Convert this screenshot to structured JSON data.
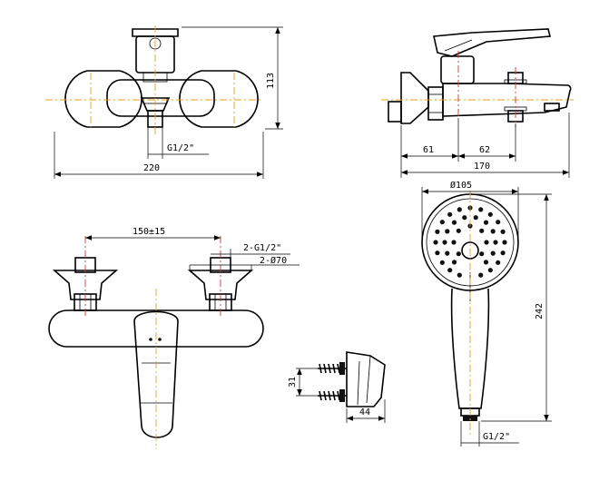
{
  "front_view": {
    "width_label": "220",
    "height_label": "113",
    "connection_label": "G1/2\""
  },
  "side_view": {
    "height_left_label": "61",
    "height_right_label": "62",
    "length_label": "170"
  },
  "rear_view": {
    "centers_label": "150±15",
    "thread_label": "2-G1/2\"",
    "flange_label": "2-Ø70"
  },
  "bracket": {
    "height_label": "31",
    "width_label": "44"
  },
  "hand_shower": {
    "diameter_label": "Ø105",
    "length_label": "242",
    "connection_label": "G1/2\""
  },
  "colors": {
    "line": "#000000",
    "centerline": "#e0a020",
    "centerline_alt": "#d23a2a"
  }
}
